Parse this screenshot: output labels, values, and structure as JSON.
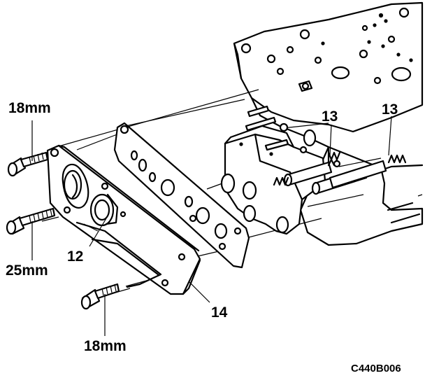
{
  "labels": {
    "bolt_top": "18mm",
    "bolt_mid": "25mm",
    "bolt_bottom": "18mm",
    "part_12": "12",
    "part_13_left": "13",
    "part_13_right": "13",
    "part_14": "14"
  },
  "figure_code": "C440B006"
}
